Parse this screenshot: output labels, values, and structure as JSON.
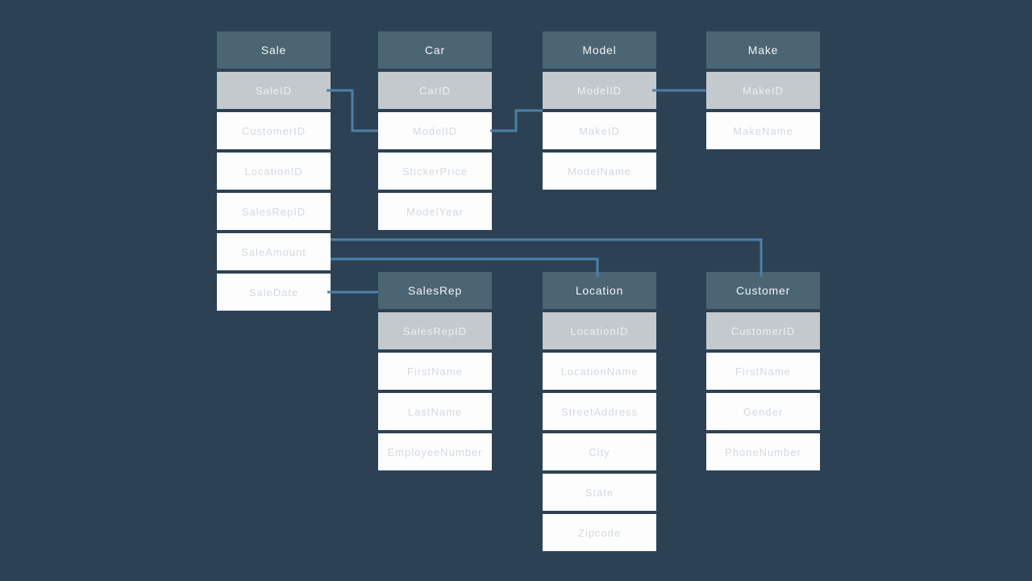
{
  "diagram": {
    "type": "database-schema",
    "colors": {
      "background": "#2c4254",
      "table_header": "#4c6573",
      "primary_key_row": "#c4c9ce",
      "field_row": "#fdfdfe",
      "connector_line": "#4d80a8",
      "header_text": "#eff3f5",
      "field_text": "#d4d9dc"
    },
    "tables": [
      {
        "title": "Sale",
        "fields": [
          {
            "name": "SaleID",
            "pk": true
          },
          {
            "name": "CustomerID",
            "pk": false
          },
          {
            "name": "LocationID",
            "pk": false
          },
          {
            "name": "SalesRepID",
            "pk": false
          },
          {
            "name": "SaleAmount",
            "pk": false
          },
          {
            "name": "SaleDate",
            "pk": false
          }
        ]
      },
      {
        "title": "Car",
        "fields": [
          {
            "name": "CarID",
            "pk": true
          },
          {
            "name": "ModelID",
            "pk": false
          },
          {
            "name": "StickerPrice",
            "pk": false
          },
          {
            "name": "ModelYear",
            "pk": false
          }
        ]
      },
      {
        "title": "Model",
        "fields": [
          {
            "name": "ModelID",
            "pk": true
          },
          {
            "name": "MakeID",
            "pk": false
          },
          {
            "name": "ModelName",
            "pk": false
          }
        ]
      },
      {
        "title": "Make",
        "fields": [
          {
            "name": "MakeID",
            "pk": true
          },
          {
            "name": "MakeName",
            "pk": false
          }
        ]
      },
      {
        "title": "SalesRep",
        "fields": [
          {
            "name": "SalesRepID",
            "pk": true
          },
          {
            "name": "FirstName",
            "pk": false
          },
          {
            "name": "LastName",
            "pk": false
          },
          {
            "name": "EmployeeNumber",
            "pk": false
          }
        ]
      },
      {
        "title": "Location",
        "fields": [
          {
            "name": "LocationID",
            "pk": true
          },
          {
            "name": "LocationName",
            "pk": false
          },
          {
            "name": "StreetAddress",
            "pk": false
          },
          {
            "name": "City",
            "pk": false
          },
          {
            "name": "State",
            "pk": false
          },
          {
            "name": "Zipcode",
            "pk": false
          }
        ]
      },
      {
        "title": "Customer",
        "fields": [
          {
            "name": "CustomerID",
            "pk": true
          },
          {
            "name": "FirstName",
            "pk": false
          },
          {
            "name": "Gender",
            "pk": false
          },
          {
            "name": "PhoneNumber",
            "pk": false
          }
        ]
      }
    ],
    "relationships": [
      {
        "from": "Sale.SaleID",
        "to": "Car.ModelID"
      },
      {
        "from": "Car.ModelID",
        "to": "Model.MakeID"
      },
      {
        "from": "Model.ModelID",
        "to": "Make.MakeID"
      },
      {
        "from": "Sale.SaleAmount",
        "to": "Customer"
      },
      {
        "from": "Sale.SaleAmount",
        "to": "Location"
      },
      {
        "from": "Sale.SaleDate",
        "to": "SalesRep"
      }
    ]
  }
}
